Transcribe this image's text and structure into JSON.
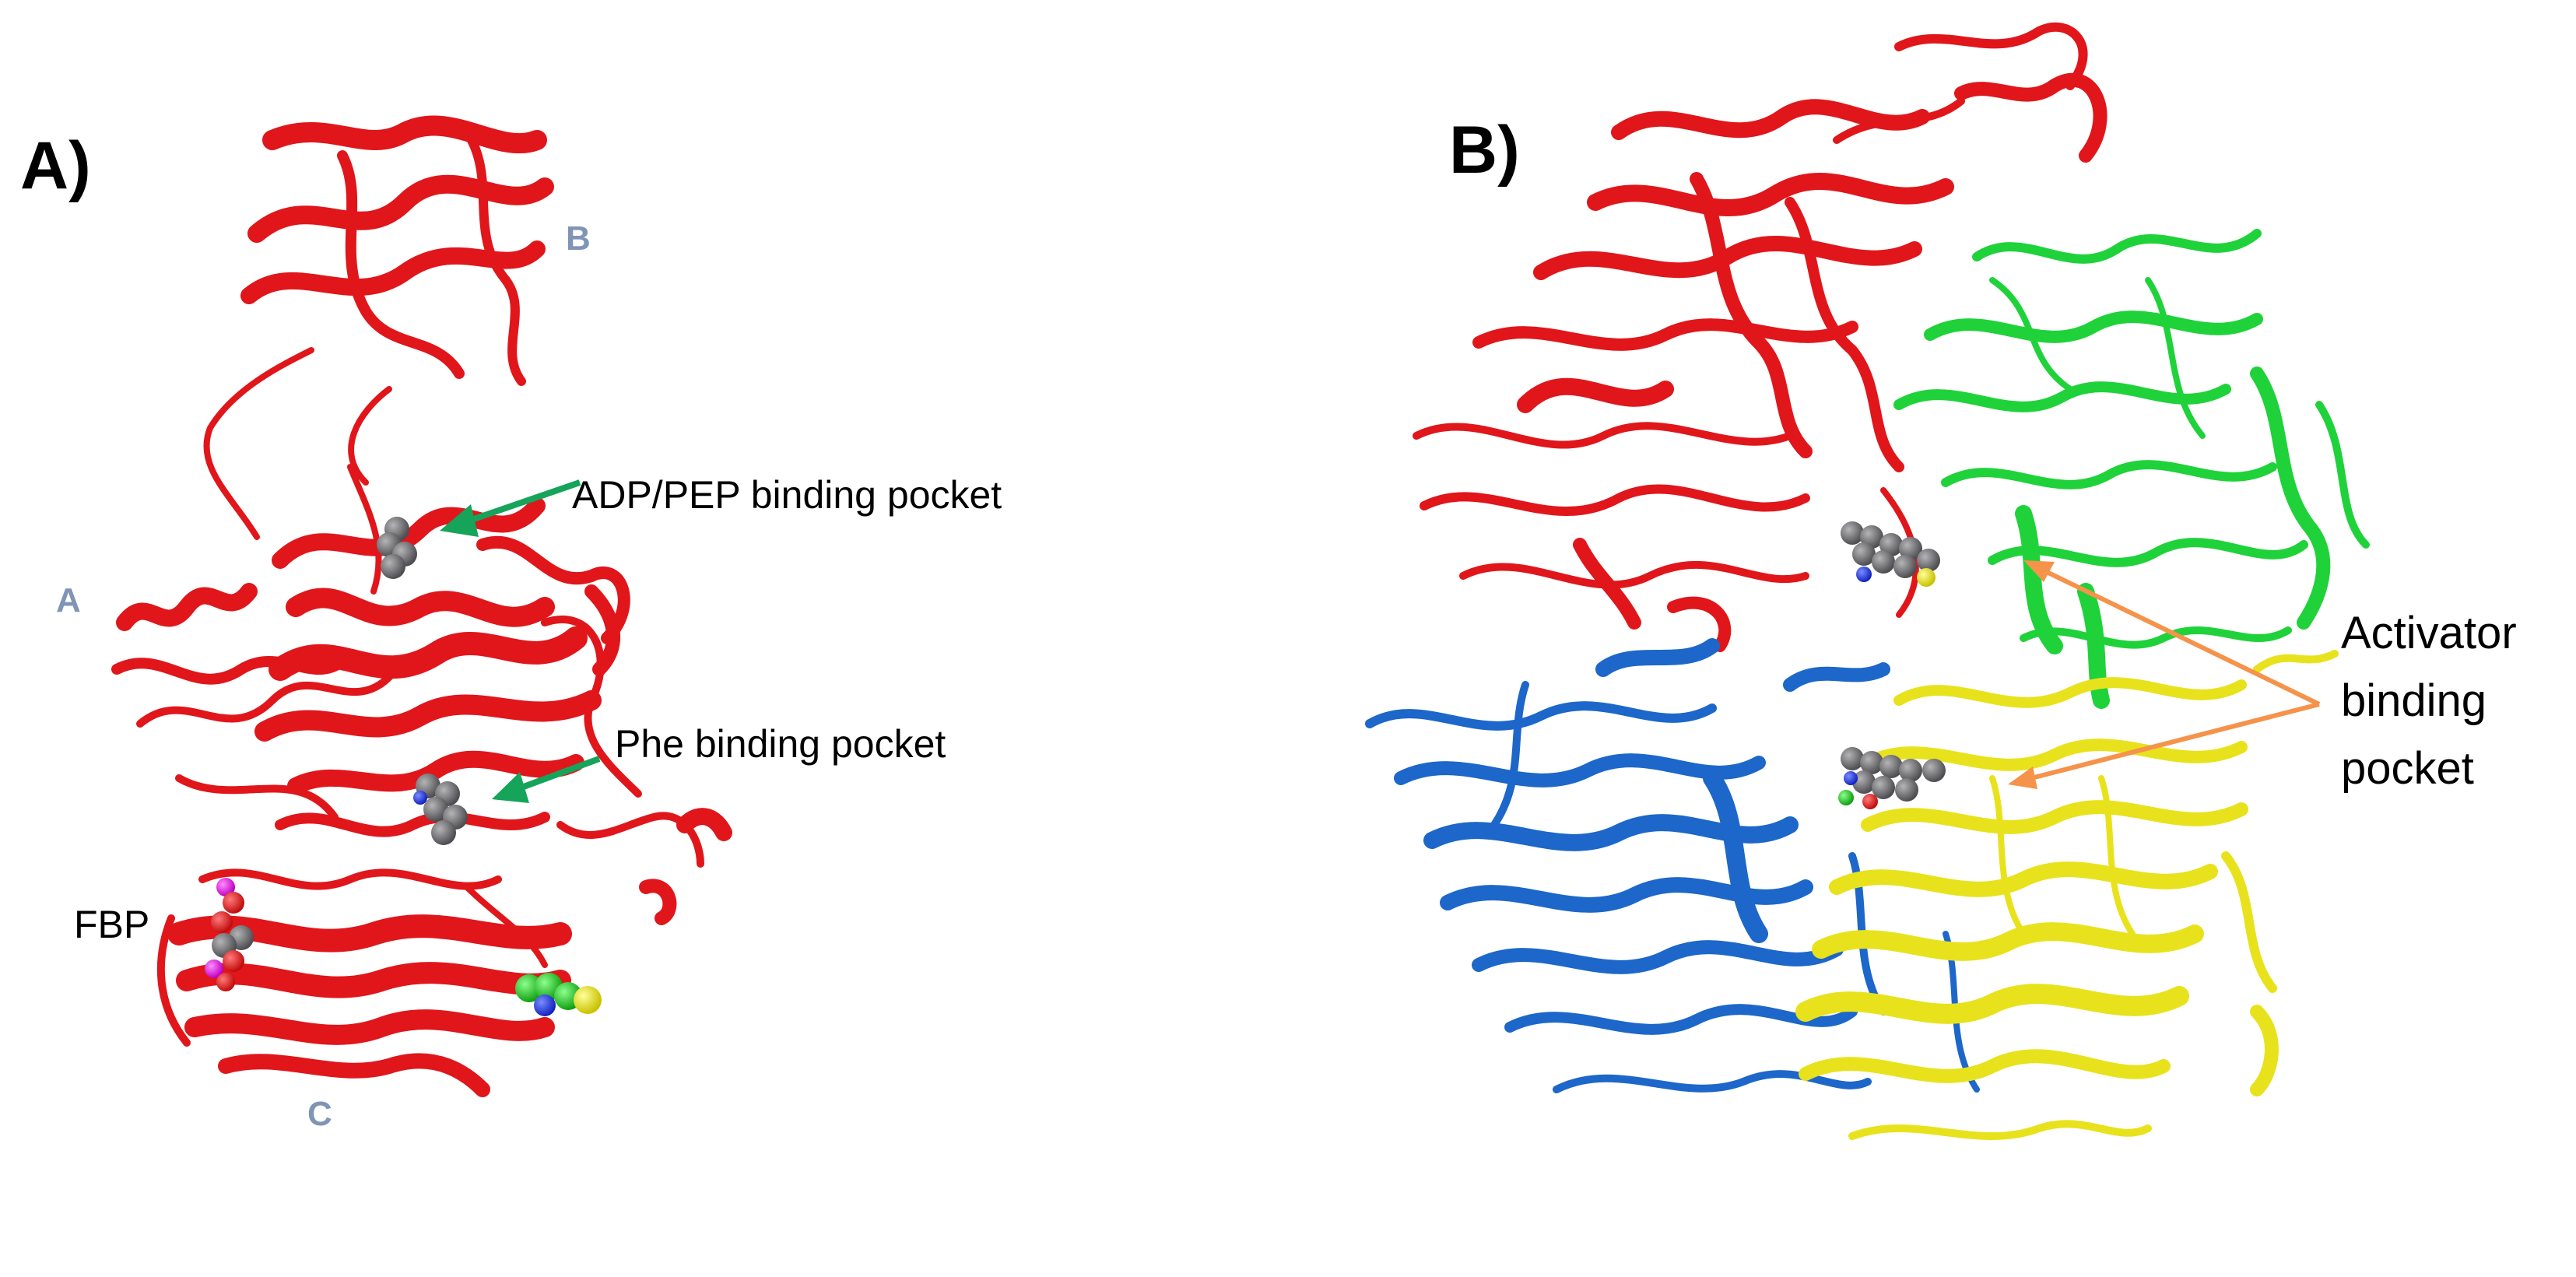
{
  "panels": {
    "a": {
      "letter": "A)",
      "domains": {
        "a": "A",
        "b": "B",
        "c": "C"
      },
      "callouts": {
        "adp_pep": "ADP/PEP binding pocket",
        "phe": "Phe binding pocket",
        "fbp": "FBP"
      }
    },
    "b": {
      "letter": "B)",
      "activator": [
        "Activator",
        "binding",
        "pocket"
      ]
    }
  },
  "colors": {
    "subunit_red": "#e0161b",
    "subunit_green": "#1fd23a",
    "subunit_blue": "#1c67c9",
    "subunit_yellow": "#e8e21c",
    "ligand_grey": "#6f6f73",
    "arrow_green": "#16a35a",
    "arrow_orange": "#f5934b",
    "domain_label": "#7f95b5"
  }
}
